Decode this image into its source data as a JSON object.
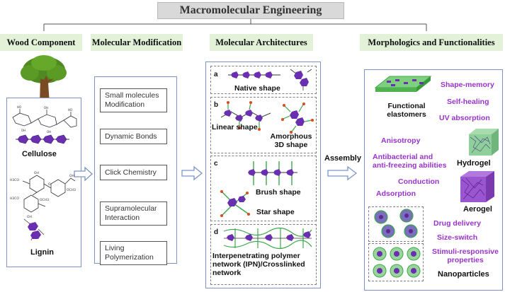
{
  "title": "Macromolecular Engineering",
  "headers": {
    "wood": "Wood Component",
    "modification": "Molecular Modification",
    "architectures": "Molecular Architectures",
    "morphologies": "Morphologics and Functionalities"
  },
  "wood": {
    "cellulose": "Cellulose",
    "lignin": "Lignin"
  },
  "modifications": [
    "Small molecules Modification",
    "Dynamic Bonds",
    "Click Chemistry",
    "Supramolecular Interaction",
    "Living Polymerization"
  ],
  "architectures": {
    "a": {
      "letter": "a",
      "label": "Native shape"
    },
    "b": {
      "letter": "b",
      "linear": "Linear shape",
      "amorphous": "Amorphous 3D shape"
    },
    "c": {
      "letter": "c",
      "brush": "Brush shape",
      "star": "Star shape"
    },
    "d": {
      "letter": "d",
      "label": "Interpenetrating polymer network (IPN)/Crosslinked network"
    }
  },
  "assembly": "Assembly",
  "functionalities": {
    "elastomers": "Functional elastomers",
    "shape_memory": "Shape-memory",
    "self_healing": "Self-healing",
    "uv": "UV absorption",
    "anisotropy": "Anisotropy",
    "antibacterial": "Antibacterial and anti-freezing abilities",
    "hydrogel": "Hydrogel",
    "conduction": "Conduction",
    "adsorption": "Adsorption",
    "aerogel": "Aerogel",
    "drug_delivery": "Drug delivery",
    "size_switch": "Size-switch",
    "stimuli": "Stimuli-responsive properties",
    "nanoparticles": "Nanoparticles"
  },
  "colors": {
    "header_bg": "#e3f1d9",
    "panel_border": "#7d95c6",
    "purple_text": "#9933cc",
    "polymer_purple": "#6a2fb0",
    "polymer_green": "#3aa84a"
  }
}
